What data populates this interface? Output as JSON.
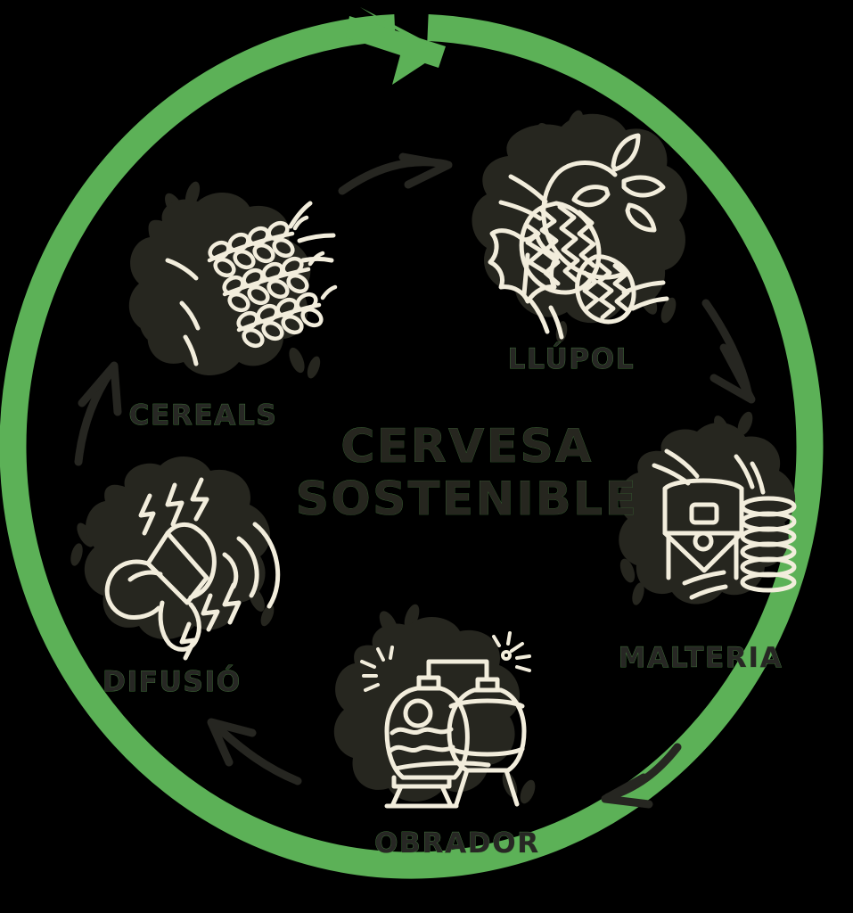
{
  "diagram": {
    "type": "circular-cycle",
    "title": "CERVESA\nSOSTENIBLE",
    "title_line1": "CERVESA",
    "title_line2": "SOSTENIBLE",
    "language": "ca",
    "direction": "clockwise",
    "colors": {
      "background": "#000000",
      "ring_green": "#5cb157",
      "blob_dark": "#26261f",
      "line_cream": "#f2eddc",
      "label_text": "#272724",
      "label_outline": "#4d8f46",
      "small_arrow": "#262621"
    },
    "ring": {
      "name": "sustainability-cycle-ring",
      "shape": "near-complete circle with arrowhead at top",
      "stroke_width": 30,
      "arrowhead_position": "top"
    },
    "nodes": [
      {
        "id": "llupol",
        "label": "LLÚPOL",
        "icon": "hops-icon",
        "icon_description": "hop cones with vine and leaves",
        "order": 1,
        "angle_deg": 45
      },
      {
        "id": "malteria",
        "label": "MALTERIA",
        "icon": "malt-silo-icon",
        "icon_description": "malting silo tank with coil heat exchanger",
        "order": 2,
        "angle_deg": 110
      },
      {
        "id": "obrador",
        "label": "OBRADOR",
        "icon": "brewery-tanks-icon",
        "icon_description": "two brewing fermentation tanks joined by a pipe",
        "order": 3,
        "angle_deg": 180
      },
      {
        "id": "difusio",
        "label": "DIFUSIÓ",
        "icon": "megaphone-icon",
        "icon_description": "megaphone with sound waves and lightning bolts",
        "order": 4,
        "angle_deg": 250
      },
      {
        "id": "cereals",
        "label": "CEREALS",
        "icon": "wheat-stalks-icon",
        "icon_description": "three barley or wheat stalks with grain heads",
        "order": 5,
        "angle_deg": 315
      }
    ],
    "connector_arrows": [
      {
        "name": "arrow-cereals-to-llupol",
        "from": "cereals",
        "to": "llupol",
        "direction": "right"
      },
      {
        "name": "arrow-llupol-to-malteria",
        "from": "llupol",
        "to": "malteria",
        "direction": "down-right"
      },
      {
        "name": "arrow-malteria-to-obrador",
        "from": "malteria",
        "to": "obrador",
        "direction": "down-left"
      },
      {
        "name": "arrow-obrador-to-difusio",
        "from": "obrador",
        "to": "difusio",
        "direction": "left"
      },
      {
        "name": "arrow-difusio-to-cereals",
        "from": "difusio",
        "to": "cereals",
        "direction": "up"
      }
    ]
  }
}
